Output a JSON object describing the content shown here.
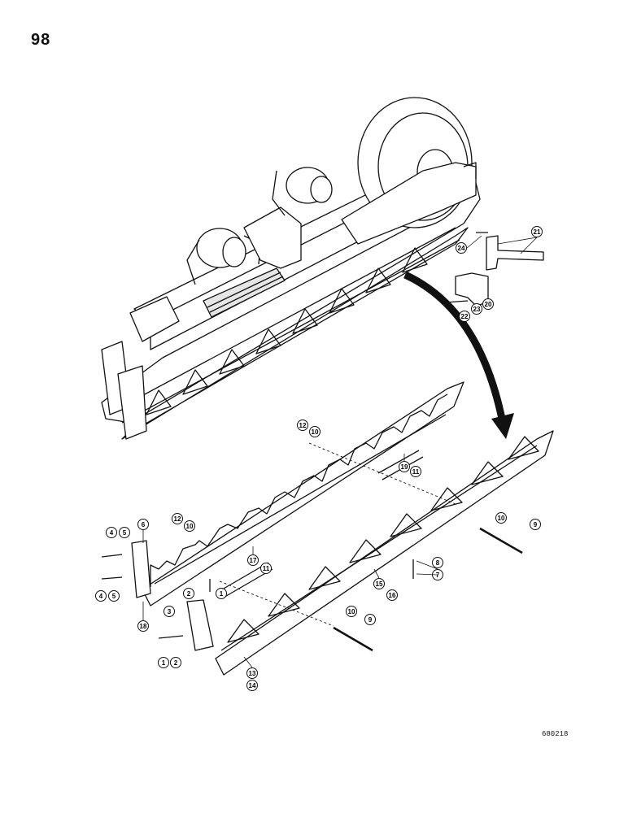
{
  "page": {
    "number": "98",
    "reference_code": "680218"
  },
  "callouts": [
    "1",
    "2",
    "3",
    "4",
    "5",
    "6",
    "7",
    "8",
    "9",
    "10",
    "11",
    "12",
    "13",
    "14",
    "15",
    "16",
    "17",
    "18",
    "19",
    "20",
    "21",
    "22",
    "23",
    "24"
  ]
}
